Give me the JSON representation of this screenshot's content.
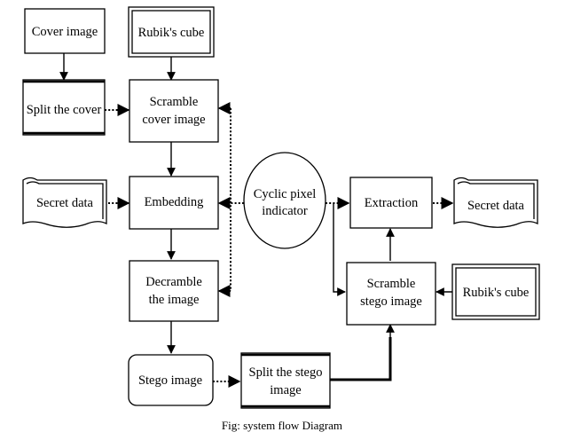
{
  "nodes": {
    "cover_image": "Cover image",
    "rubiks_cube_top": "Rubik's cube",
    "split_cover": "Split the cover",
    "scramble_cover": [
      "Scramble",
      "cover image"
    ],
    "secret_data_left": "Secret data",
    "embedding": "Embedding",
    "cyclic_pixel": [
      "Cyclic pixel",
      "indicator"
    ],
    "extraction": "Extraction",
    "secret_data_right": "Secret data",
    "decramble": [
      "Decramble",
      "the image"
    ],
    "scramble_stego": [
      "Scramble",
      "stego image"
    ],
    "rubiks_cube_right": "Rubik's cube",
    "stego_image": "Stego image",
    "split_stego": [
      "Split the stego",
      "image"
    ]
  },
  "caption": "Fig: system flow Diagram"
}
